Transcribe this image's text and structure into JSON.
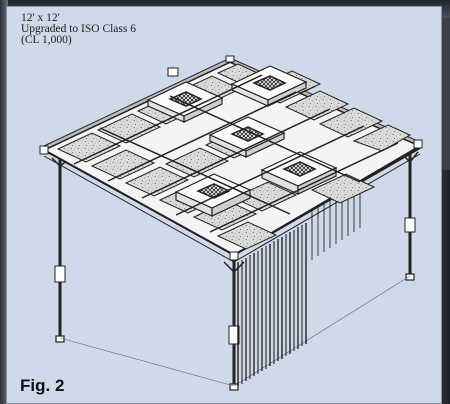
{
  "figure": {
    "caption_lines": [
      "12' x 12'",
      "Upgraded to ISO Class 6",
      "(CL 1,000)"
    ],
    "label": "Fig. 2"
  },
  "colors": {
    "panel_bg": "#cfd9ea",
    "page_bg": "#3a3f4a",
    "line": "#222222",
    "filter_fill": "#d8dad8",
    "speckle": "#7a7a7a"
  },
  "icons": {
    "fan_unit": "fan-filter-unit-icon",
    "filter_panel": "hepa-filter-icon"
  }
}
